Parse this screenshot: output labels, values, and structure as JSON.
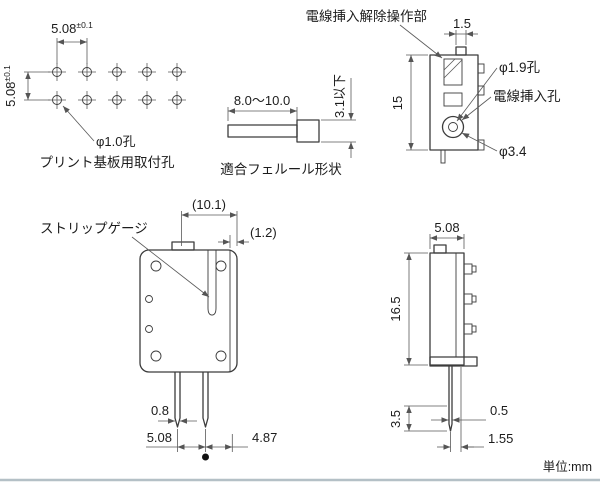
{
  "unit_label": "単位:mm",
  "pcb_view": {
    "caption": "プリント基板用取付孔",
    "pitch": "5.08",
    "tolerance": "±0.1",
    "hole_label": "φ1.0孔"
  },
  "ferrule_view": {
    "caption": "適合フェルール形状",
    "length_range": "8.0〜10.0",
    "max_diameter": "3.1以下"
  },
  "side_view": {
    "release_label": "電線挿入解除操作部",
    "tab_width": "1.5",
    "body_height": "15",
    "hole_19": "φ1.9孔",
    "insert_hole_label": "電線挿入孔",
    "hole_34": "φ3.4"
  },
  "front_view": {
    "strip_gauge_label": "ストリップゲージ",
    "overall_width": "(10.1)",
    "wall_offset": "(1.2)",
    "pin_width": "0.8",
    "pin_pitch": "5.08",
    "pin_to_edge": "4.87"
  },
  "right_view": {
    "depth": "5.08",
    "body_height": "16.5",
    "pin_length": "3.5",
    "pin_thickness": "0.5",
    "pin_offset": "1.55"
  }
}
